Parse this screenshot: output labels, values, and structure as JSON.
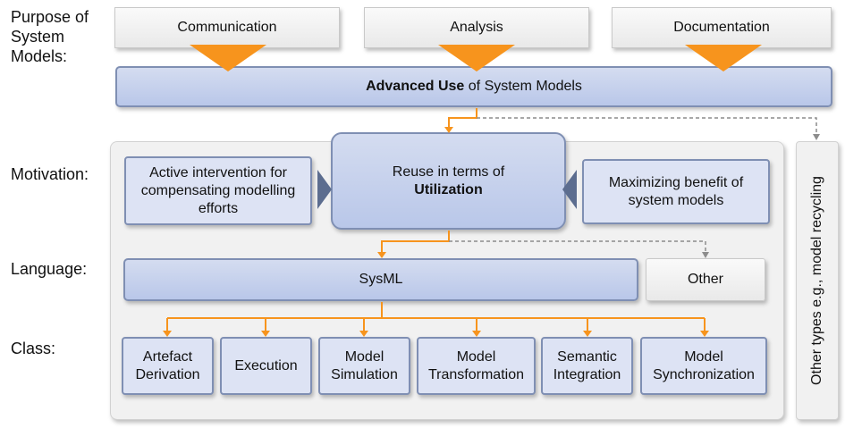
{
  "row_labels": {
    "purpose": "Purpose of System Models:",
    "motivation": "Motivation:",
    "language": "Language:",
    "class": "Class:"
  },
  "purposes": [
    "Communication",
    "Analysis",
    "Documentation"
  ],
  "advanced_use": {
    "bold": "Advanced Use",
    "rest": " of System Models"
  },
  "motivation": {
    "left": "Active intervention for compensating modelling efforts",
    "center_line1": "Reuse in terms of",
    "center_bold": "Utilization",
    "right": "Maximizing benefit of system models"
  },
  "language": {
    "main": "SysML",
    "other": "Other"
  },
  "classes": [
    "Artefact Derivation",
    "Execution",
    "Model Simulation",
    "Model Transformation",
    "Semantic Integration",
    "Model Synchronization"
  ],
  "side_box": "Other types e.g., model recycling",
  "colors": {
    "arrow": "#f7941d",
    "box_blue": "#bcc9ea",
    "border_blue": "#7f8fb3",
    "dashed": "#8c8c8c"
  }
}
